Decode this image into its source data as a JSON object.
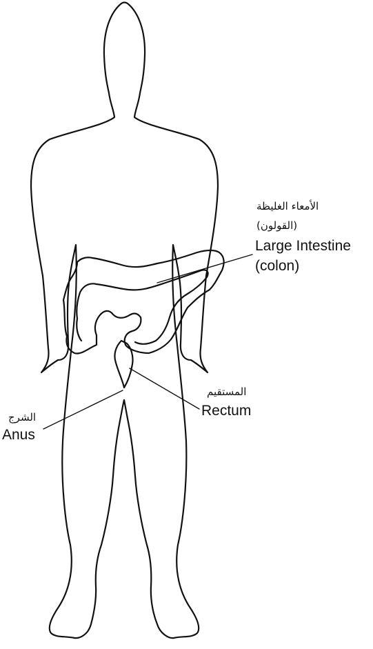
{
  "labels": {
    "large_intestine": {
      "arabic_line1": "الأمعاء الغليظة",
      "arabic_line2": "(القولون)",
      "english_line1": "Large Intestine",
      "english_line2": "(colon)"
    },
    "rectum": {
      "arabic": "المستقيم",
      "english": "Rectum"
    },
    "anus": {
      "arabic": "الشرج",
      "english": "Anus"
    }
  },
  "colors": {
    "line": "#111111",
    "background": "#ffffff"
  }
}
